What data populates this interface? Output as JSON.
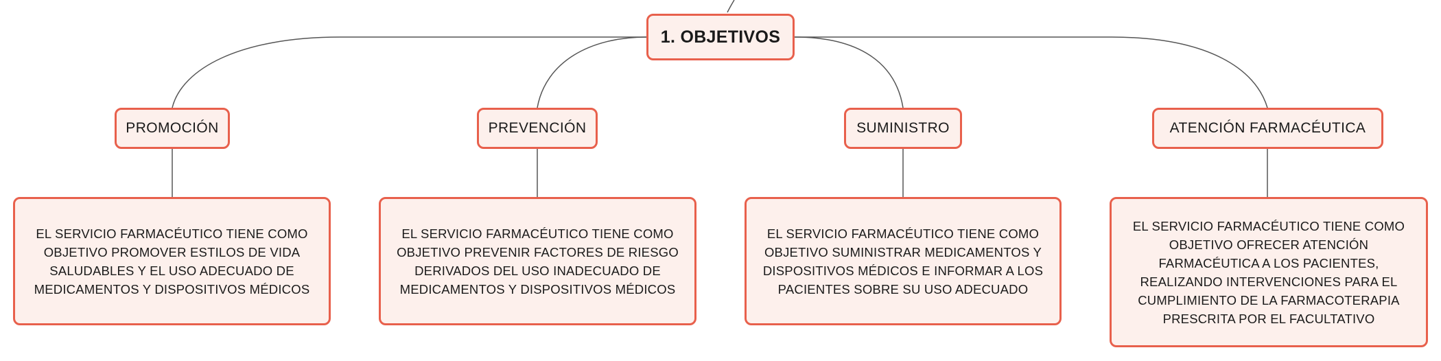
{
  "colors": {
    "node_fill": "#fdf0ec",
    "node_border": "#e8604c",
    "connector": "#555555"
  },
  "root": {
    "title": "1. OBJETIVOS"
  },
  "branches": [
    {
      "title": "PROMOCIÓN",
      "description": "EL SERVICIO FARMACÉUTICO TIENE COMO OBJETIVO PROMOVER ESTILOS DE VIDA SALUDABLES Y EL USO ADECUADO DE MEDICAMENTOS Y DISPOSITIVOS MÉDICOS"
    },
    {
      "title": "PREVENCIÓN",
      "description": "EL SERVICIO FARMACÉUTICO TIENE COMO OBJETIVO PREVENIR FACTORES DE RIESGO DERIVADOS DEL USO INADECUADO DE MEDICAMENTOS Y DISPOSITIVOS MÉDICOS"
    },
    {
      "title": "SUMINISTRO",
      "description": "EL SERVICIO FARMACÉUTICO TIENE COMO OBJETIVO SUMINISTRAR MEDICAMENTOS Y DISPOSITIVOS MÉDICOS E INFORMAR A LOS PACIENTES SOBRE SU USO ADECUADO"
    },
    {
      "title": "ATENCIÓN FARMACÉUTICA",
      "description": "EL SERVICIO FARMACÉUTICO TIENE COMO OBJETIVO OFRECER ATENCIÓN FARMACÉUTICA A LOS PACIENTES, REALIZANDO INTERVENCIONES PARA EL CUMPLIMIENTO DE LA FARMACOTERAPIA PRESCRITA POR EL FACULTATIVO"
    }
  ]
}
